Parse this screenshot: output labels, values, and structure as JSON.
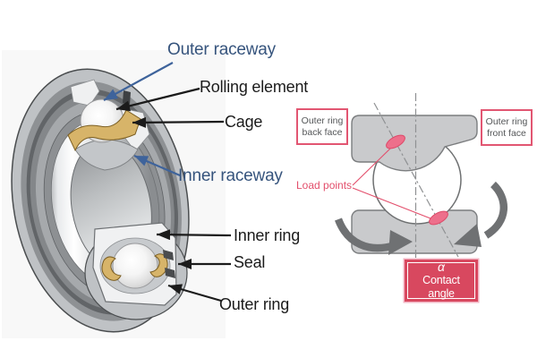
{
  "figure": {
    "type": "ball-bearing-construction-diagram"
  },
  "bearing": {
    "labels": {
      "outer_raceway": "Outer raceway",
      "rolling_element": "Rolling element",
      "cage": "Cage",
      "inner_raceway": "Inner raceway",
      "inner_ring": "Inner ring",
      "seal": "Seal",
      "outer_ring": "Outer ring"
    }
  },
  "section": {
    "back_face_line1": "Outer ring",
    "back_face_line2": "back face",
    "front_face_line1": "Outer ring",
    "front_face_line2": "front face",
    "load_points": "Load points",
    "alpha": "α",
    "contact_angle": "Contact angle"
  },
  "colors": {
    "blue_label": "#36547D",
    "blue_arrow": "#3E639B",
    "black_label": "#1B1B1B",
    "red_accent": "#E34E6B",
    "pink_box_border": "#E25672",
    "crimson_box_fill": "#D8485F",
    "load_point_fill": "#ED6F8B",
    "section_gray": "#C9CACC",
    "cage_gold": "#D7B469",
    "rotation_arrow_gray": "#6F7173"
  }
}
